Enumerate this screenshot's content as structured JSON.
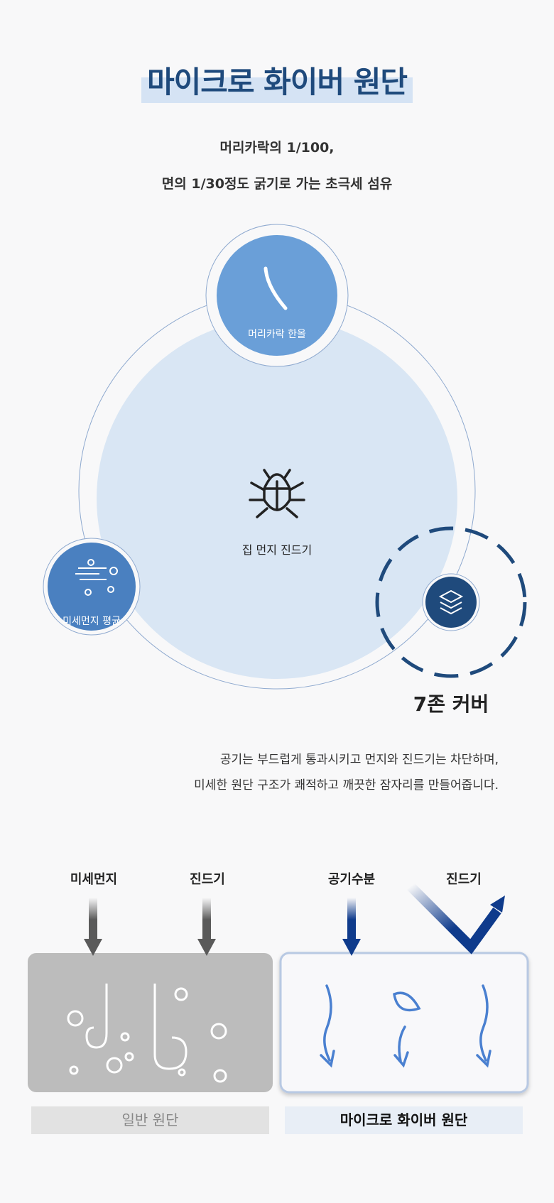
{
  "title": "마이크로 화이버 원단",
  "subtitle": [
    "머리카락의 1/100,",
    "면의 1/30정도 굵기로 가는 초극세 섬유"
  ],
  "diagram": {
    "hair_label": "머리카락 한올",
    "mite_label": "집 먼지 진드기",
    "dust_label": "미세먼지 평균",
    "zone_label": "7존 커버"
  },
  "description": [
    "공기는 부드럽게 통과시키고 먼지와 진드기는 차단하며,",
    "미세한 원단 구조가 쾌적하고 깨끗한 잠자리를 만들어줍니다."
  ],
  "comparison": {
    "regular": {
      "labels": [
        "미세먼지",
        "진드기"
      ],
      "caption": "일반 원단"
    },
    "micro": {
      "labels": [
        "공기수분",
        "진드기"
      ],
      "caption": "마이크로 화이버 원단"
    }
  },
  "colors": {
    "navy": "#1f4a7c",
    "light_blue": "#d9e6f4",
    "mid_blue": "#6a9fd8",
    "arrow_blue": "#0f3b8c"
  }
}
